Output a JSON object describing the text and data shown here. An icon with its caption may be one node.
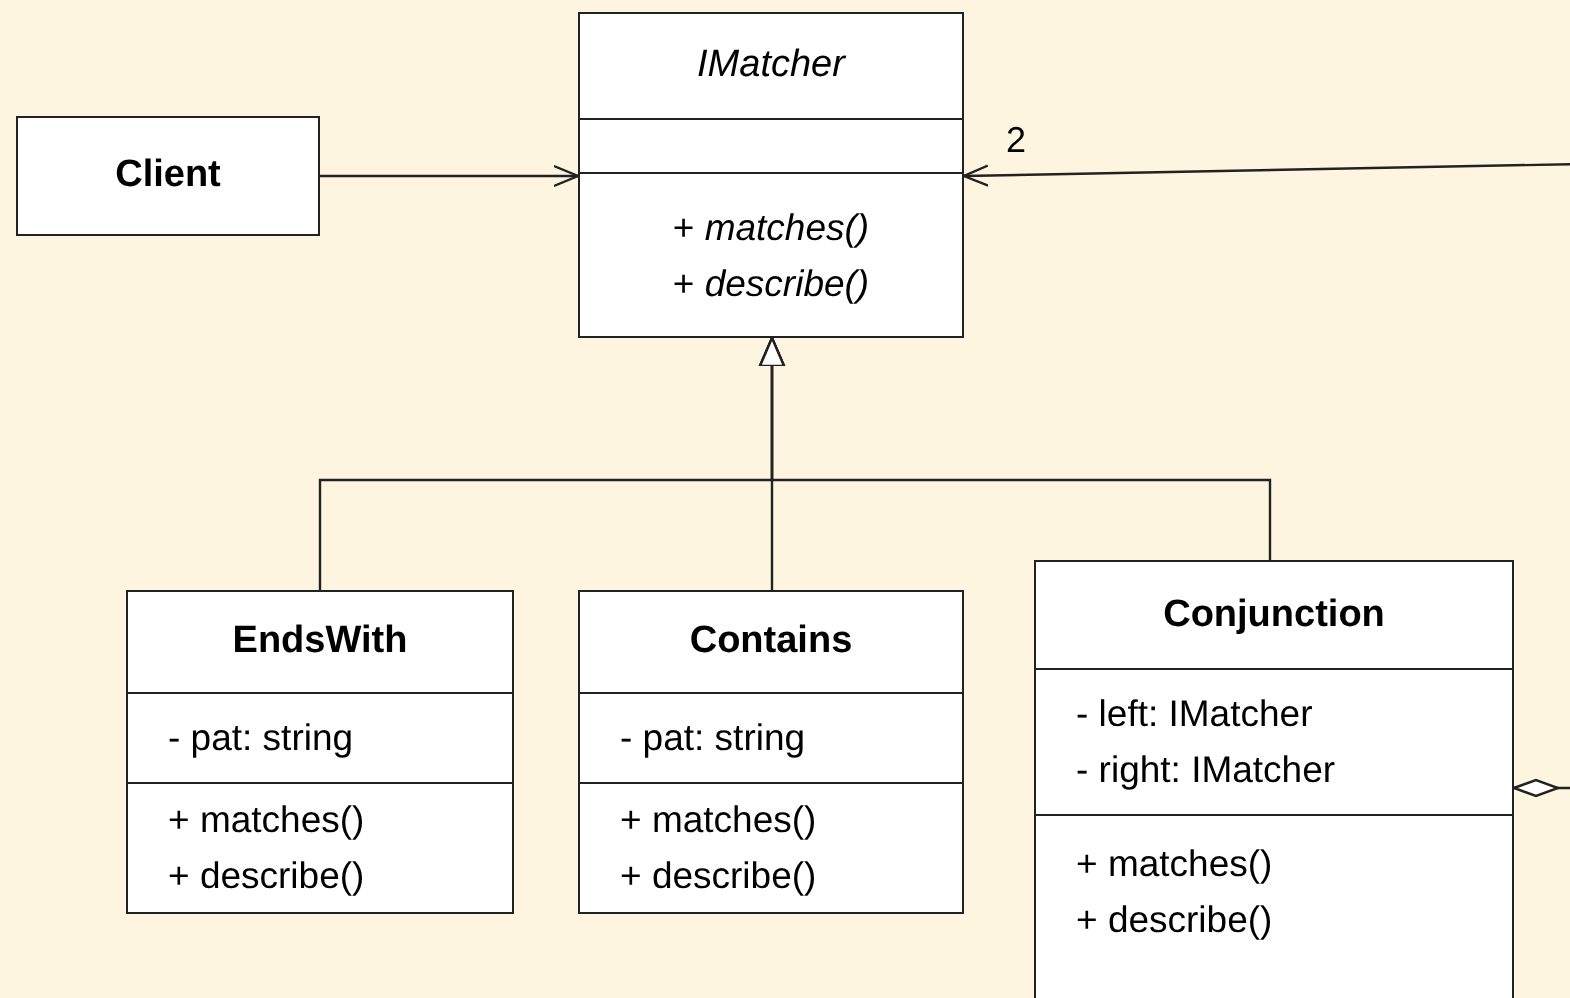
{
  "diagram": {
    "nodes": [
      {
        "text": [
          "Client"
        ]
      },
      {
        "text": [
          "IMatcher",
          "+ *matches()*",
          "+ *describe()*"
        ]
      },
      {
        "text": [
          "EndsWith",
          "- pat: string",
          "+ matches()",
          "+ describe()"
        ]
      },
      {
        "text": [
          "Contains",
          "- pat: string",
          "+ matches()",
          "+ describe()"
        ]
      },
      {
        "text": [
          "Conjunction",
          "- left: IMatcher",
          "- right: IMatcher",
          "+ matches()",
          "+ describe()"
        ]
      }
    ],
    "edges": [
      {
        "from": 0,
        "to": 1,
        "arrow": "to"
      },
      {
        "from": null,
        "to": 1,
        "arrow": "to",
        "label": "2"
      },
      {
        "from": 2,
        "to": 1,
        "arrow": "to"
      },
      {
        "from": 3,
        "to": 1,
        "arrow": "to"
      },
      {
        "from": 4,
        "to": 1,
        "arrow": "to"
      },
      {
        "from": 4,
        "to": null,
        "arrow": "other"
      }
    ]
  }
}
